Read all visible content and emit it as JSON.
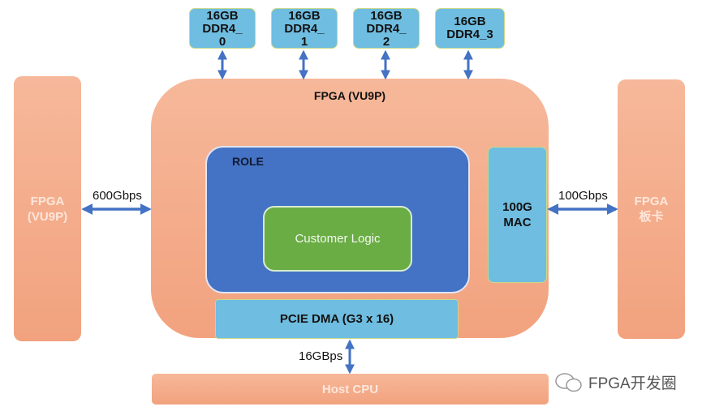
{
  "diagram": {
    "fpga_main": {
      "title": "FPGA (VU9P)"
    },
    "ddr_modules": [
      {
        "label": "16GB DDR4_0",
        "line1": "16GB",
        "line2": "DDR4_",
        "line3": "0"
      },
      {
        "label": "16GB DDR4_1",
        "line1": "16GB",
        "line2": "DDR4_",
        "line3": "1"
      },
      {
        "label": "16GB DDR4_2",
        "line1": "16GB",
        "line2": "DDR4_",
        "line3": "2"
      },
      {
        "label": "16GB DDR4_3",
        "line1": "16GB",
        "line2": "DDR4_3",
        "line3": ""
      }
    ],
    "left_fpga": {
      "label": "FPGA\n(VU9P)"
    },
    "right_fpga": {
      "label": "FPGA\n板卡"
    },
    "role": {
      "label": "ROLE"
    },
    "customer_logic": {
      "label": "Customer Logic"
    },
    "mac": {
      "label": "100G\nMAC"
    },
    "pcie_dma": {
      "label": "PCIE DMA (G3 x 16)"
    },
    "host_cpu": {
      "label": "Host CPU"
    },
    "links": {
      "left": "600Gbps",
      "right": "100Gbps",
      "host": "16GBps"
    },
    "watermark": "FPGA开发圈"
  },
  "colors": {
    "salmon": "#f2a27e",
    "ddr_blue": "#6fbde0",
    "role_blue": "#4472c4",
    "logic_green": "#6aad45",
    "arrow_blue": "#4472c4"
  }
}
